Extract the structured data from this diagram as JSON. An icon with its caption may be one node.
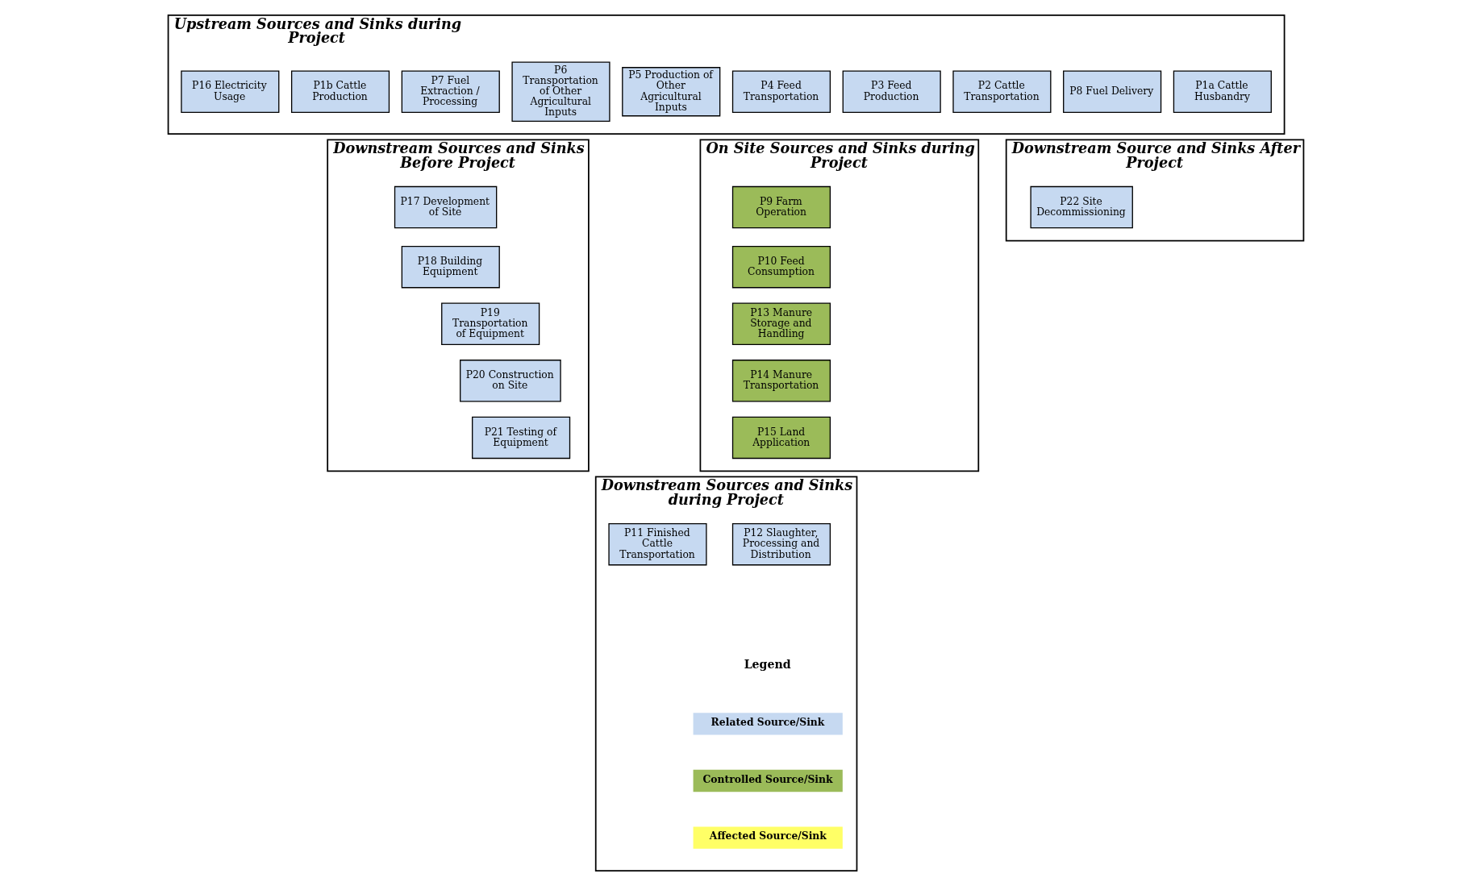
{
  "diagram": {
    "nodes": [
      {
        "text": [
          "Upstream Sources and Sinks during Project"
        ]
      },
      {
        "text": [
          "P1a Cattle Husbandry"
        ],
        "in": 0
      },
      {
        "text": [
          "P1b Cattle Production"
        ],
        "in": 0
      },
      {
        "text": [
          "P2 Cattle Transportation"
        ],
        "in": 0
      },
      {
        "text": [
          "P3 Feed Production"
        ],
        "in": 0
      },
      {
        "text": [
          "P4 Feed Transportation"
        ],
        "in": 0
      },
      {
        "text": [
          "P5 Production of Other Agricultural Inputs"
        ],
        "in": 0
      },
      {
        "text": [
          "P6 Transportation of Other Agricultural Inputs"
        ],
        "in": 0
      },
      {
        "text": [
          "P7 Fuel Extraction / Processing"
        ],
        "in": 0
      },
      {
        "text": [
          "P8 Fuel Delivery"
        ],
        "in": 0
      },
      {
        "text": [
          "P16 Electricity Usage"
        ],
        "in": 0
      },
      {
        "text": [
          "Downstream Sources and Sinks Before Project"
        ]
      },
      {
        "text": [
          "P17 Development of Site"
        ],
        "in": 11
      },
      {
        "text": [
          "P18 Building Equipment"
        ],
        "in": 11
      },
      {
        "text": [
          "P19 Transportation of Equipment"
        ],
        "in": 11
      },
      {
        "text": [
          "P20 Construction on Site"
        ],
        "in": 11
      },
      {
        "text": [
          "P21 Testing of Equipment"
        ],
        "in": 11
      },
      {
        "text": [
          "On Site Sources and Sinks during Project"
        ]
      },
      {
        "text": [
          "P9 Farm Operation"
        ],
        "in": 17
      },
      {
        "text": [
          "P10 Feed Consumption"
        ],
        "in": 17
      },
      {
        "text": [
          "P13 Manure Storage and Handling"
        ],
        "in": 17
      },
      {
        "text": [
          "P14 Manure Transportation"
        ],
        "in": 17
      },
      {
        "text": [
          "P15 Land Application"
        ],
        "in": 17
      },
      {
        "text": [
          "Downstream Source and Sinks After Project"
        ]
      },
      {
        "text": [
          "P22 Site Decommissioning"
        ],
        "in": 23
      },
      {
        "text": [
          "Downstream Sources and Sinks during Project"
        ]
      },
      {
        "text": [
          "P11 Finished Cattle Transportation"
        ],
        "in": 25
      },
      {
        "text": [
          "P12 Slaughter, Processing and Distribution"
        ],
        "in": 25
      }
    ],
    "edges": [],
    "labels": [
      "Legend"
    ],
    "legend": [
      {
        "text": "Related Source/Sink",
        "color": "#c6d9f1"
      },
      {
        "text": "Controlled Source/Sink",
        "color": "#9bbb59"
      },
      {
        "text": "Affected Source/Sink",
        "color": "#ffff66"
      }
    ]
  }
}
